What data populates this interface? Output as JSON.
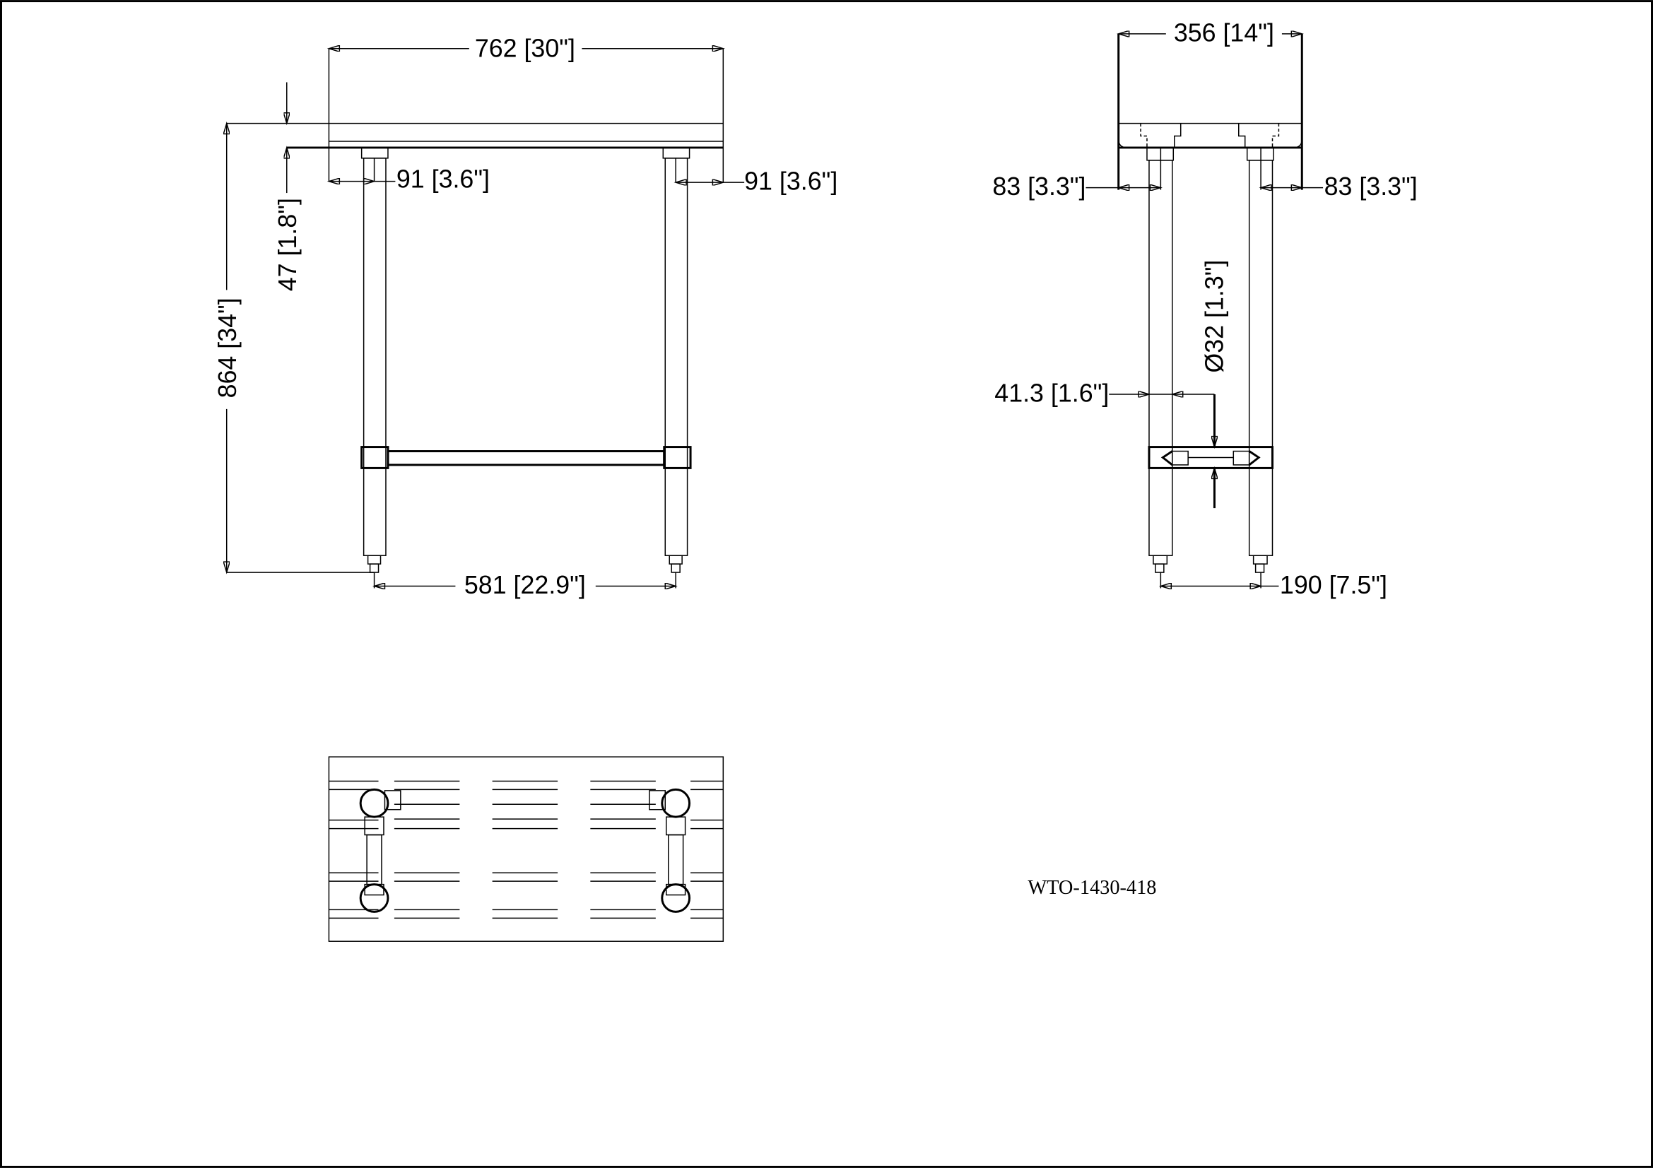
{
  "front_view": {
    "overall_width": "762 [30\"]",
    "overall_height": "864 [34\"]",
    "top_thickness": "47 [1.8\"]",
    "left_leg_offset": "91 [3.6\"]",
    "right_leg_offset": "91 [3.6\"]",
    "leg_span": "581 [22.9\"]"
  },
  "side_view": {
    "overall_depth": "356 [14\"]",
    "left_leg_offset": "83 [3.3\"]",
    "right_leg_offset": "83 [3.3\"]",
    "leg_diameter": "Ø32 [1.3\"]",
    "crossbar_offset": "41.3 [1.6\"]",
    "leg_span": "190 [7.5\"]"
  },
  "model_number": "WTO-1430-418",
  "colors": {
    "line": "#000000",
    "background": "#ffffff"
  }
}
